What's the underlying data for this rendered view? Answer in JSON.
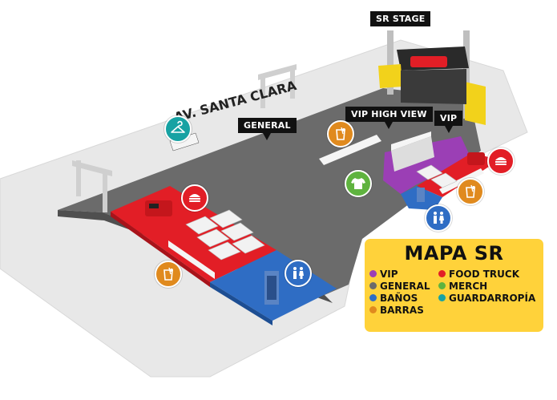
{
  "labels": {
    "stage": "SR STAGE",
    "street": "AV. SANTA CLARA",
    "general": "GENERAL",
    "vip_high_view": "VIP HIGH VIEW",
    "vip": "VIP"
  },
  "legend": {
    "title": "MAPA SR",
    "items": [
      {
        "label": "VIP",
        "color": "#9B3FB5"
      },
      {
        "label": "GENERAL",
        "color": "#6B6B6B"
      },
      {
        "label": "BAÑOS",
        "color": "#2F6DC4"
      },
      {
        "label": "BARRAS",
        "color": "#E08A1E"
      },
      {
        "label": "FOOD TRUCK",
        "color": "#E21E26"
      },
      {
        "label": "MERCH",
        "color": "#5FB33F"
      },
      {
        "label": "GUARDARROPÍA",
        "color": "#17A2A3"
      }
    ]
  },
  "colors": {
    "general_floor": "#6B6B6B",
    "vip_floor": "#9B3FB5",
    "food_zone": "#E21E26",
    "bath_zone": "#2F6DC4",
    "outer_ground": "#E8E8E8",
    "stage_yellow": "#F2D21B"
  },
  "icons": [
    {
      "name": "hanger-icon",
      "kind": "guardarropia"
    },
    {
      "name": "drink-icon",
      "kind": "barra"
    },
    {
      "name": "shirt-icon",
      "kind": "merch"
    },
    {
      "name": "burger-icon",
      "kind": "food-truck"
    },
    {
      "name": "restroom-icon",
      "kind": "banos"
    }
  ]
}
